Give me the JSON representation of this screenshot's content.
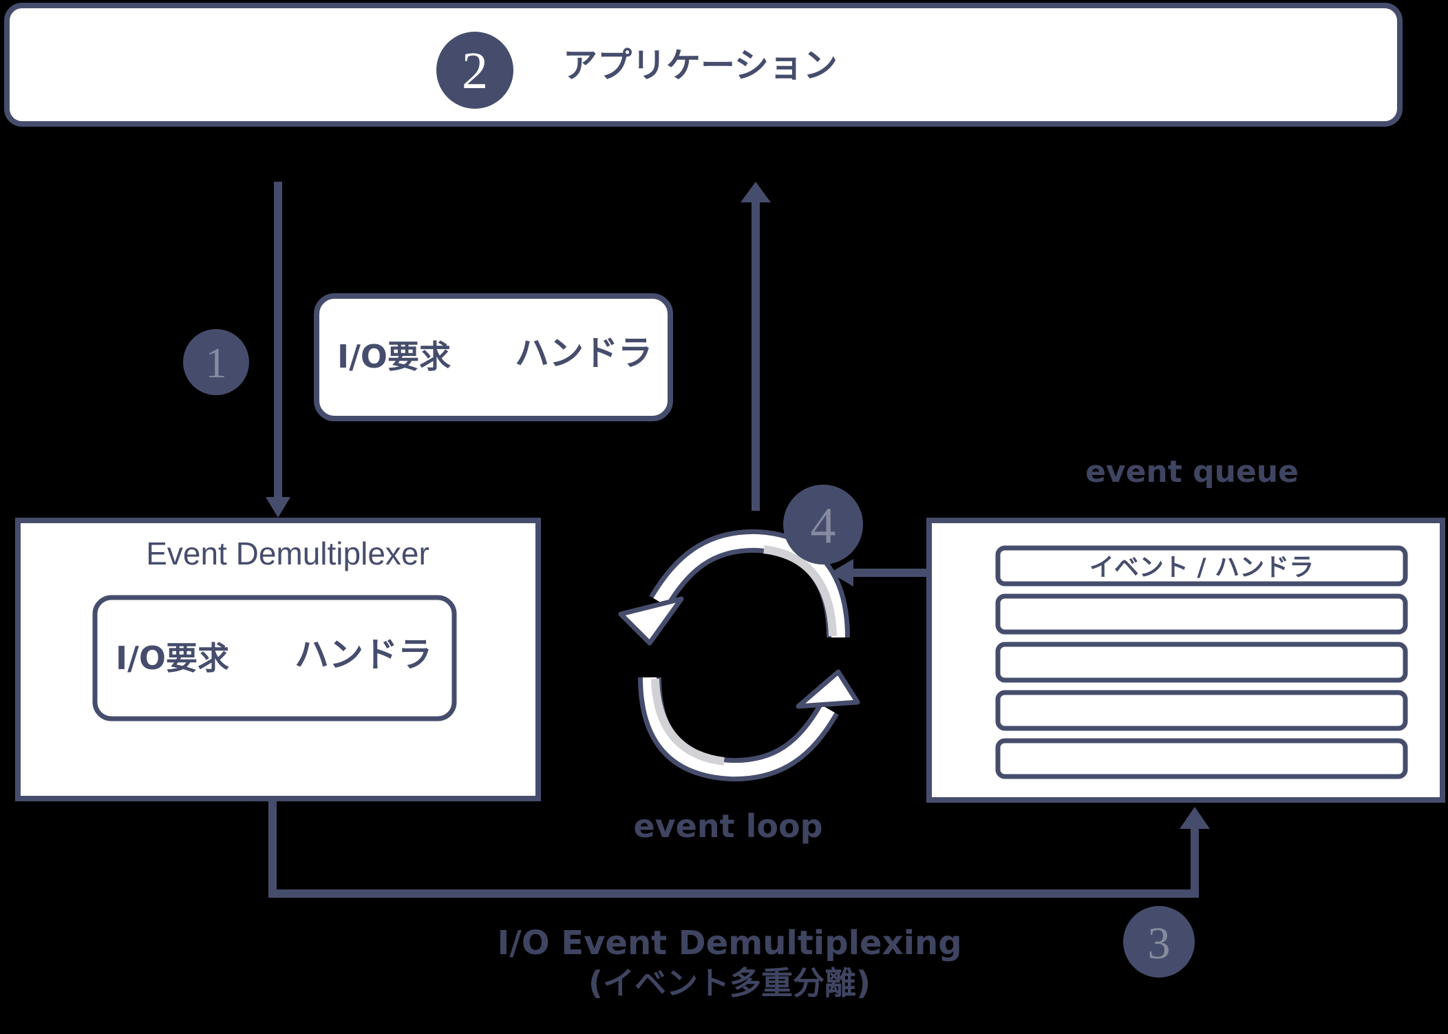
{
  "colors": {
    "background": "#000000",
    "stroke": "#464D6C",
    "box_fill": "#FFFFFF",
    "loop_fill": "#D2D2D6"
  },
  "application": {
    "step": "2",
    "label": "アプリケーション"
  },
  "request_box": {
    "step": "1",
    "request_label": "I/O要求",
    "handler_label": "ハンドラ"
  },
  "demultiplexer": {
    "title": "Event Demultiplexer",
    "request_label": "I/O要求",
    "handler_label": "ハンドラ"
  },
  "event_loop": {
    "step": "4",
    "label": "event loop"
  },
  "event_queue": {
    "title": "event queue",
    "slots": [
      "イベント / ハンドラ",
      "",
      "",
      "",
      ""
    ]
  },
  "demultiplexing": {
    "step": "3",
    "line1": "I/O Event Demultiplexing",
    "line2": "(イベント多重分離)"
  }
}
